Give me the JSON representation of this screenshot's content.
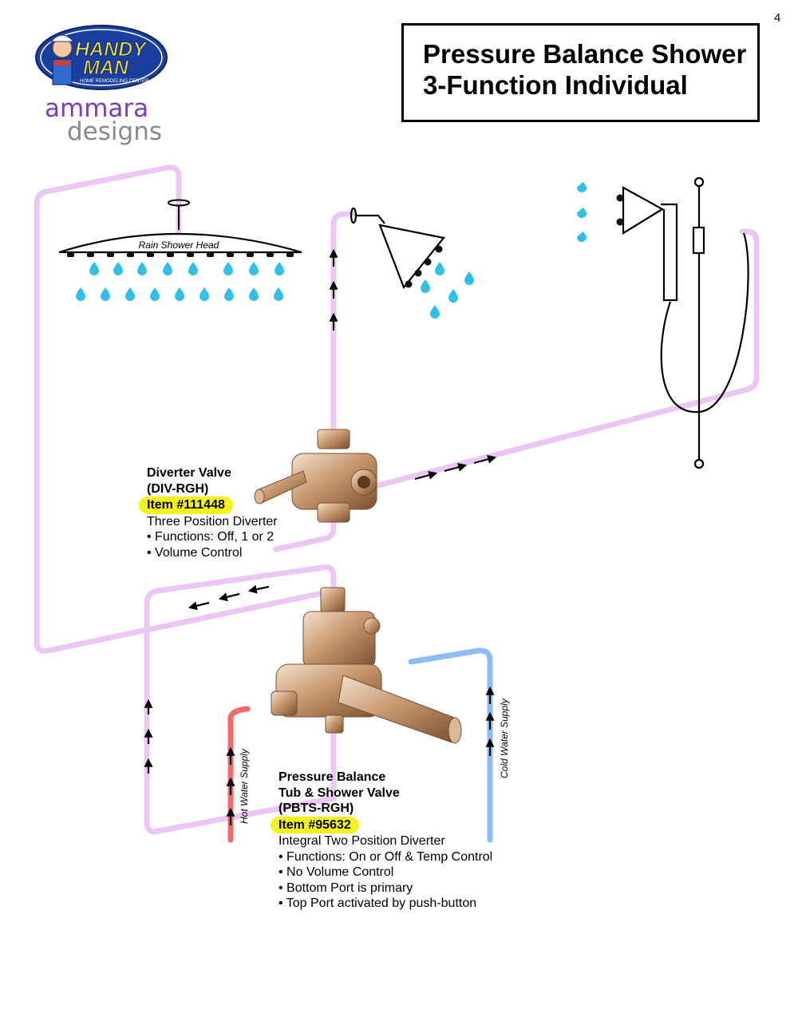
{
  "page_number": "4",
  "title": {
    "line1": "Pressure Balance Shower",
    "line2": "3-Function Individual"
  },
  "logos": {
    "handyman": {
      "word1": "HANDY",
      "word2": "MAN",
      "tagline": "HOME REMODELING CENTER, INC"
    },
    "ammara": {
      "line1": "ammara",
      "line2": "designs"
    }
  },
  "labels": {
    "rain_shower_head": "Rain Shower Head",
    "hot_water_supply": "Hot Water Supply",
    "cold_water_supply": "Cold Water Supply"
  },
  "diverter_valve": {
    "name": "Diverter Valve",
    "code": "(DIV-RGH)",
    "item": "Item #111448",
    "description": "Three Position Diverter",
    "bullets": [
      "• Functions: Off, 1 or 2",
      "• Volume Control"
    ]
  },
  "pressure_valve": {
    "name_line1": "Pressure Balance",
    "name_line2": "Tub & Shower Valve",
    "code": "(PBTS-RGH)",
    "item": "Item #95632",
    "description": "Integral Two Position Diverter",
    "bullets": [
      "• Functions: On or Off & Temp Control",
      "• No Volume Control",
      "• Bottom Port is primary",
      "• Top Port activated by push-button"
    ]
  },
  "colors": {
    "pipe_mixed": "#ecc6f5",
    "pipe_hot": "#f06a6a",
    "pipe_cold": "#8ebcf6",
    "water_drop": "#2fc0ea",
    "highlight": "#f5f219",
    "brass": "#c99a70"
  }
}
